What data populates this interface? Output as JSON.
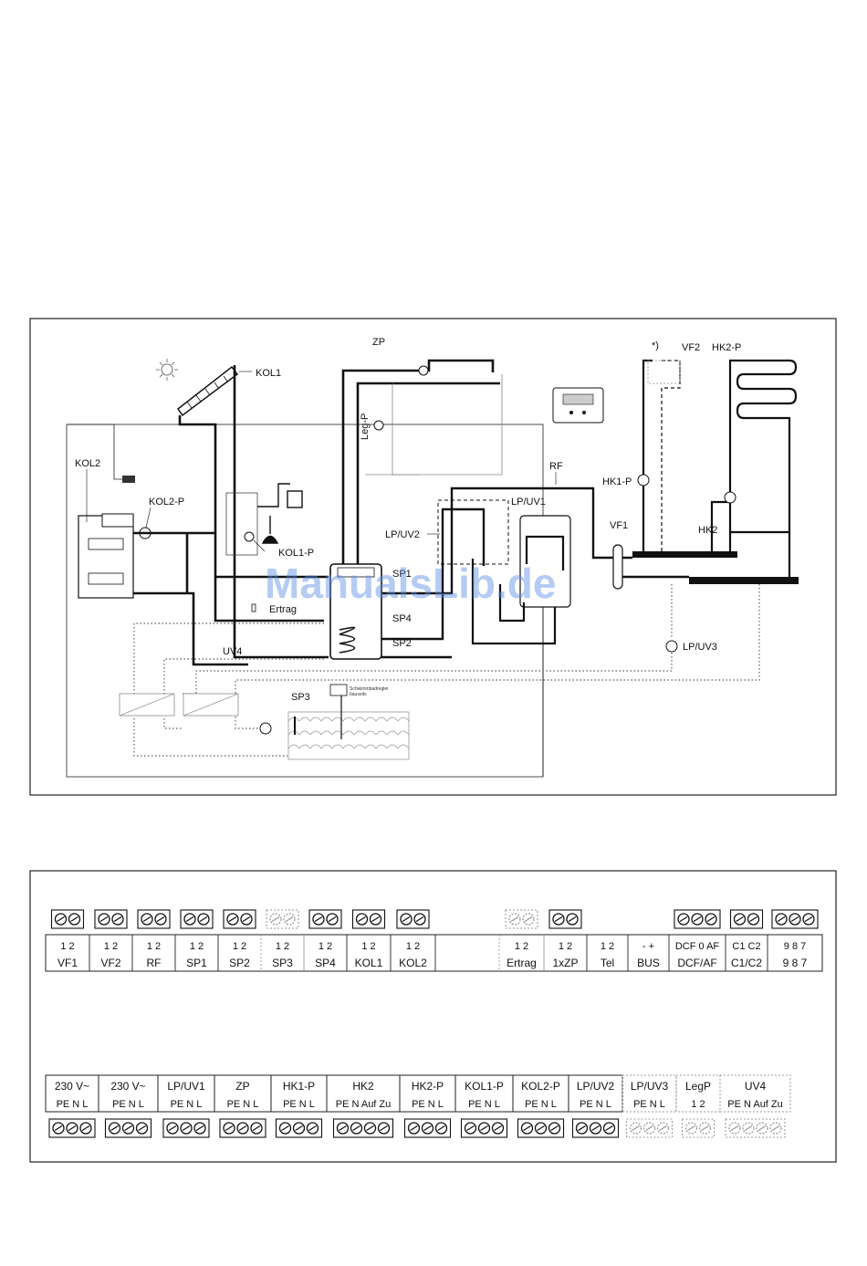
{
  "diagram_labels": {
    "zp": "ZP",
    "kol1": "KOL1",
    "kol2": "KOL2",
    "kol2_p": "KOL2-P",
    "kol1_p": "KOL1-P",
    "leg_p": "Leg-P",
    "rf": "RF",
    "lp_uv1": "LP/UV1",
    "lp_uv2": "LP/UV2",
    "sp1": "SP1",
    "sp4": "SP4",
    "sp2": "SP2",
    "sp3": "SP3",
    "ertrag": "Ertrag",
    "uv4": "UV4",
    "vf1": "VF1",
    "vf2": "VF2",
    "hk2_p": "HK2-P",
    "hk1_p": "HK1-P",
    "hk2": "HK2",
    "lp_uv3": "LP/UV3",
    "footnote_mark": "*)",
    "pool_controller_line1": "Schwimmbadregler",
    "pool_controller_line2": "bauseits"
  },
  "watermark": "ManualsLib.de",
  "sensor_terminals": [
    {
      "id": "vf1",
      "top": "1 2",
      "bottom": "VF1",
      "screws": 2,
      "dashed": false
    },
    {
      "id": "vf2",
      "top": "1 2",
      "bottom": "VF2",
      "screws": 2,
      "dashed": false
    },
    {
      "id": "rf",
      "top": "1 2",
      "bottom": "RF",
      "screws": 2,
      "dashed": false
    },
    {
      "id": "sp1",
      "top": "1 2",
      "bottom": "SP1",
      "screws": 2,
      "dashed": false
    },
    {
      "id": "sp2",
      "top": "1 2",
      "bottom": "SP2",
      "screws": 2,
      "dashed": false
    },
    {
      "id": "sp3",
      "top": "1 2",
      "bottom": "SP3",
      "screws": 2,
      "dashed": true
    },
    {
      "id": "sp4",
      "top": "1 2",
      "bottom": "SP4",
      "screws": 2,
      "dashed": false
    },
    {
      "id": "kol1",
      "top": "1 2",
      "bottom": "KOL1",
      "screws": 2,
      "dashed": false
    },
    {
      "id": "kol2",
      "top": "1 2",
      "bottom": "KOL2",
      "screws": 2,
      "dashed": false
    },
    {
      "id": "empty",
      "top": "",
      "bottom": "",
      "screws": 0,
      "dashed": false
    },
    {
      "id": "ertrag",
      "top": "1 2",
      "bottom": "Ertrag",
      "screws": 2,
      "dashed": true
    },
    {
      "id": "1xzp",
      "top": "1 2",
      "bottom": "1xZP",
      "screws": 2,
      "dashed": false
    },
    {
      "id": "tel",
      "top": "1 2",
      "bottom": "Tel",
      "screws": 0,
      "dashed": false
    },
    {
      "id": "bus",
      "top": "-  +",
      "bottom": "BUS",
      "screws": 0,
      "dashed": false
    },
    {
      "id": "dcf",
      "top": "DCF 0  AF",
      "bottom": "DCF/AF",
      "screws": 3,
      "dashed": false
    },
    {
      "id": "c1c2",
      "top": "C1  C2",
      "bottom": "C1/C2",
      "screws": 2,
      "dashed": false
    },
    {
      "id": "987",
      "top": "9  8  7",
      "bottom": "9 8 7",
      "screws": 3,
      "dashed": false
    }
  ],
  "power_terminals": [
    {
      "id": "230a",
      "top": "230 V~",
      "bottom": "PE  N  L",
      "screws": 3,
      "dashed": false
    },
    {
      "id": "230b",
      "top": "230 V~",
      "bottom": "PE  N  L",
      "screws": 3,
      "dashed": false
    },
    {
      "id": "lpuv1",
      "top": "LP/UV1",
      "bottom": "PE  N  L",
      "screws": 3,
      "dashed": false
    },
    {
      "id": "zp",
      "top": "ZP",
      "bottom": "PE  N  L",
      "screws": 3,
      "dashed": false
    },
    {
      "id": "hk1p",
      "top": "HK1-P",
      "bottom": "PE  N  L",
      "screws": 3,
      "dashed": false
    },
    {
      "id": "hk2",
      "top": "HK2",
      "bottom": "PE N Auf Zu",
      "screws": 4,
      "dashed": false
    },
    {
      "id": "hk2p",
      "top": "HK2-P",
      "bottom": "PE  N  L",
      "screws": 3,
      "dashed": false
    },
    {
      "id": "kol1p",
      "top": "KOL1-P",
      "bottom": "PE  N  L",
      "screws": 3,
      "dashed": false
    },
    {
      "id": "kol2p",
      "top": "KOL2-P",
      "bottom": "PE  N  L",
      "screws": 3,
      "dashed": false
    },
    {
      "id": "lpuv2",
      "top": "LP/UV2",
      "bottom": "PE  N  L",
      "screws": 3,
      "dashed": false
    },
    {
      "id": "lpuv3",
      "top": "LP/UV3",
      "bottom": "PE  N  L",
      "screws": 3,
      "dashed": true
    },
    {
      "id": "legp",
      "top": "LegP",
      "bottom": "1  2",
      "screws": 2,
      "dashed": true
    },
    {
      "id": "uv4",
      "top": "UV4",
      "bottom": "PE N Auf Zu",
      "screws": 4,
      "dashed": true
    }
  ]
}
